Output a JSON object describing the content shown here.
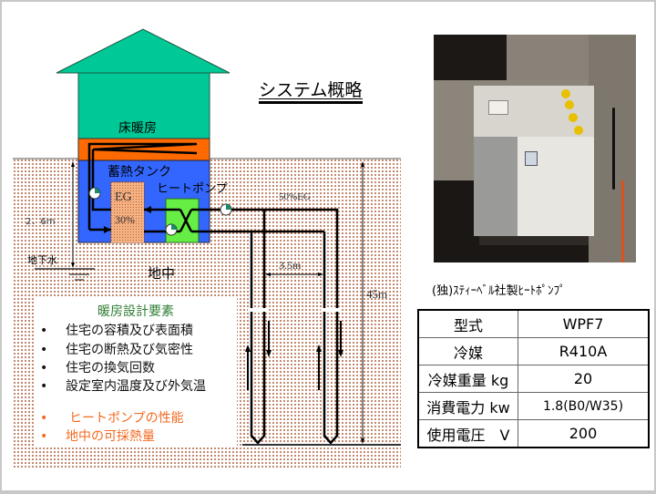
{
  "title": "システム概略",
  "house": {
    "floor_heating_label": "床暖房",
    "tank_label": "蓄熱タンク",
    "heatpump_label": "ヒートポンプ",
    "tank_fluid_line1": "EG",
    "tank_fluid_line2": "30%",
    "colors": {
      "roof": "#00c896",
      "floor": "#ff6a00",
      "tank": "#3366ff",
      "eg": "#f4b183",
      "hp": "#66ee44"
    }
  },
  "ground": {
    "label": "地中",
    "groundwater_label": "地下水",
    "groundwater_depth": "2．6m",
    "loop_fluid": "50%EG",
    "borehole_spacing": "3.5m",
    "borehole_depth": "45m"
  },
  "design_factors": {
    "heading": "暖房設計要素",
    "bullet": "•",
    "items": [
      {
        "text": "住宅の容積及び表面積",
        "highlight": false
      },
      {
        "text": "住宅の断熱及び気密性",
        "highlight": false
      },
      {
        "text": "住宅の換気回数",
        "highlight": false
      },
      {
        "text": "設定室内温度及び外気温",
        "highlight": false
      },
      {
        "text": "ヒートポンプの性能",
        "highlight": true
      },
      {
        "text": "地中の可採熱量",
        "highlight": true
      }
    ]
  },
  "product": {
    "caption": "(独)ｽﾃｨｰﾍﾞﾙ社製ﾋｰﾄﾎﾟﾝﾌﾟ",
    "photo_alt": "heat pump unit photo",
    "specs": [
      {
        "key": "型式",
        "value": "WPF7"
      },
      {
        "key": "冷媒",
        "value": "R410A"
      },
      {
        "key": "冷媒重量 kg",
        "value": "20"
      },
      {
        "key": "消費電力 kw",
        "value": "1.8(B0/W35)"
      },
      {
        "key": "使用電圧　V",
        "value": "200"
      }
    ]
  }
}
